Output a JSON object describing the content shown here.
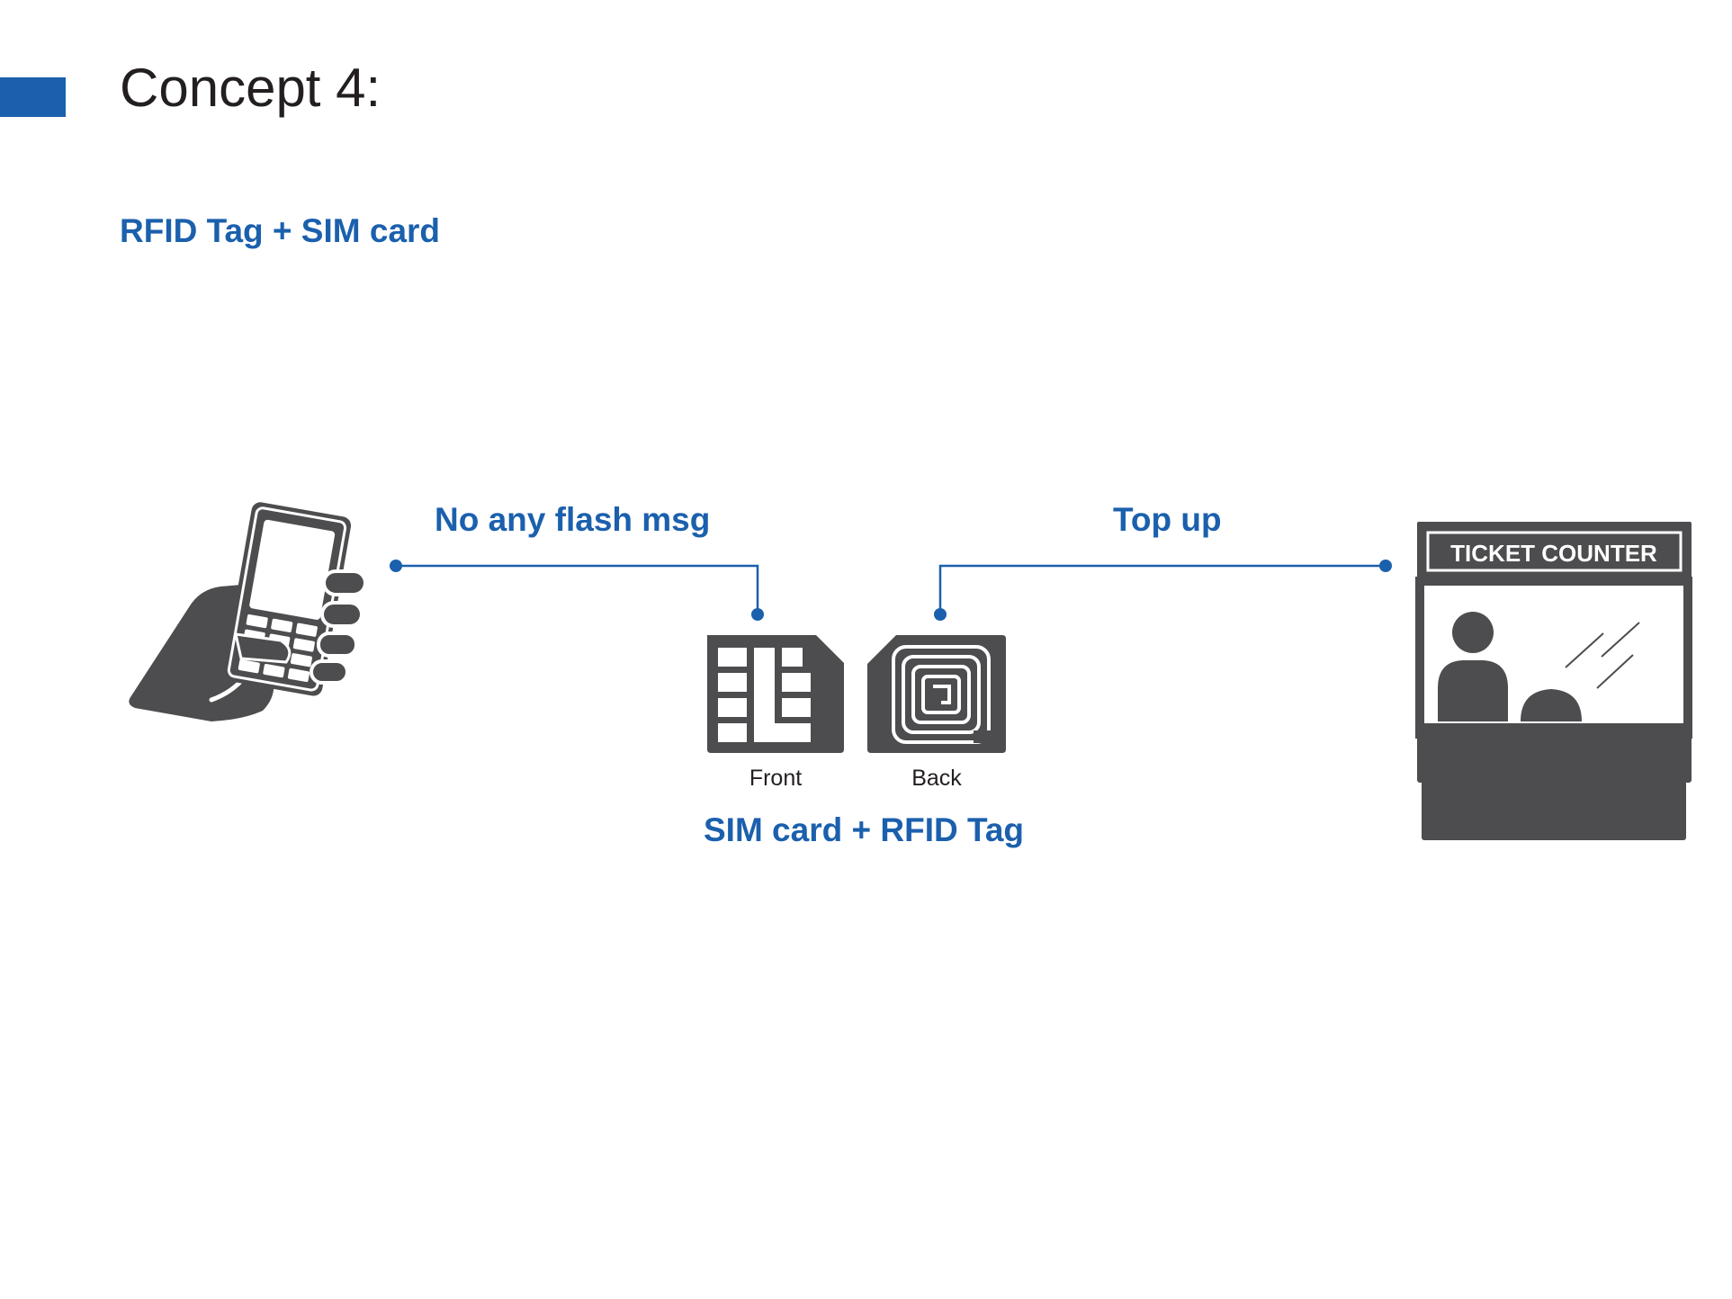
{
  "header": {
    "title": "Concept 4:",
    "subtitle": "RFID Tag + SIM card",
    "accent_color": "#1b60ad"
  },
  "diagram": {
    "icon_color": "#4d4d4f",
    "line_color": "#1b60ad",
    "phone": {
      "icon": "hand-holding-phone-icon"
    },
    "left_connector": {
      "label": "No any flash msg"
    },
    "right_connector": {
      "label": "Top up"
    },
    "sim": {
      "front_label": "Front",
      "back_label": "Back",
      "caption": "SIM card + RFID Tag"
    },
    "counter": {
      "sign": "TICKET COUNTER",
      "icon": "ticket-counter-icon"
    }
  }
}
